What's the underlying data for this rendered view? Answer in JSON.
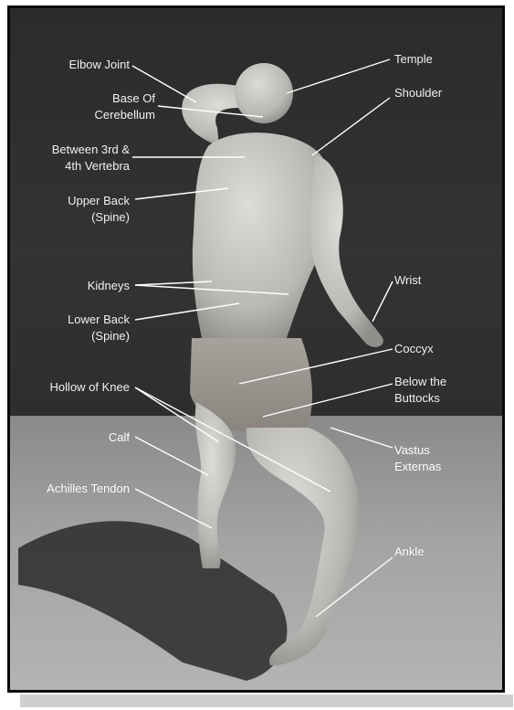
{
  "labels": {
    "elbow_joint": "Elbow Joint",
    "base_of_cerebellum_1": "Base Of",
    "base_of_cerebellum_2": "Cerebellum",
    "between_vertebra_1": "Between 3rd &",
    "between_vertebra_2": "4th Vertebra",
    "upper_back_1": "Upper Back",
    "upper_back_2": "(Spine)",
    "kidneys": "Kidneys",
    "lower_back_1": "Lower Back",
    "lower_back_2": "(Spine)",
    "hollow_of_knee": "Hollow of Knee",
    "calf": "Calf",
    "achilles_tendon": "Achilles Tendon",
    "temple": "Temple",
    "shoulder": "Shoulder",
    "wrist": "Wrist",
    "coccyx": "Coccyx",
    "below_buttocks_1": "Below the",
    "below_buttocks_2": "Buttocks",
    "vastus_externas_1": "Vastus",
    "vastus_externas_2": "Externas",
    "ankle": "Ankle"
  },
  "colors": {
    "wall": "#303030",
    "floor": "#a3a3a3",
    "figure": "#c9c9c4",
    "leader_line": "#ffffff"
  }
}
